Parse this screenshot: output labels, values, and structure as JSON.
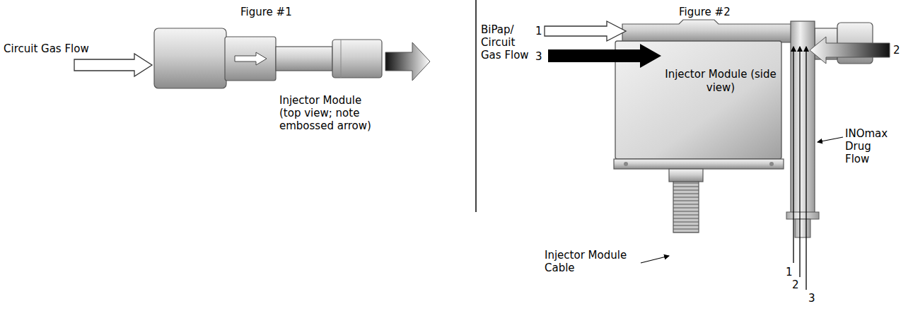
{
  "diagram": {
    "nodes": [
      {
        "text": [
          "Injector Module (side view)"
        ]
      }
    ],
    "labels": [
      "Figure #1",
      "Circuit Gas Flow",
      "Injector Module (top view; note embossed arrow)",
      "Figure #2",
      "BiPap/ Circuit Gas Flow",
      "1",
      "3",
      "2",
      "Injector Module Cable",
      "INOmax Drug Flow",
      "1",
      "2",
      "3"
    ]
  }
}
